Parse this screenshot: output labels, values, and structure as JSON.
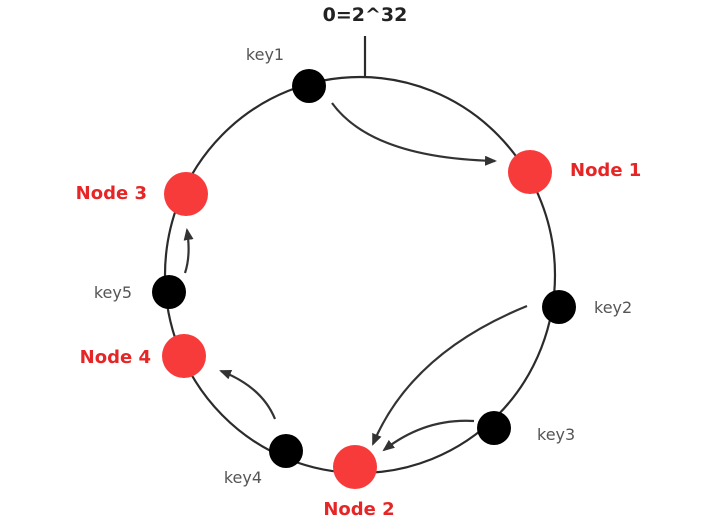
{
  "title": "0=2^32",
  "colors": {
    "node": "#f73b3b",
    "node_label": "#e62626",
    "key": "#000000",
    "ring": "#2b2b2b",
    "arrow": "#333333"
  },
  "nodes": [
    {
      "id": "node1",
      "label": "Node 1"
    },
    {
      "id": "node2",
      "label": "Node 2"
    },
    {
      "id": "node3",
      "label": "Node 3"
    },
    {
      "id": "node4",
      "label": "Node 4"
    }
  ],
  "keys": [
    {
      "id": "key1",
      "label": "key1"
    },
    {
      "id": "key2",
      "label": "key2"
    },
    {
      "id": "key3",
      "label": "key3"
    },
    {
      "id": "key4",
      "label": "key4"
    },
    {
      "id": "key5",
      "label": "key5"
    }
  ],
  "mappings": [
    {
      "from": "key1",
      "to": "node1"
    },
    {
      "from": "key2",
      "to": "node2"
    },
    {
      "from": "key3",
      "to": "node2"
    },
    {
      "from": "key4",
      "to": "node4"
    },
    {
      "from": "key5",
      "to": "node3"
    }
  ]
}
